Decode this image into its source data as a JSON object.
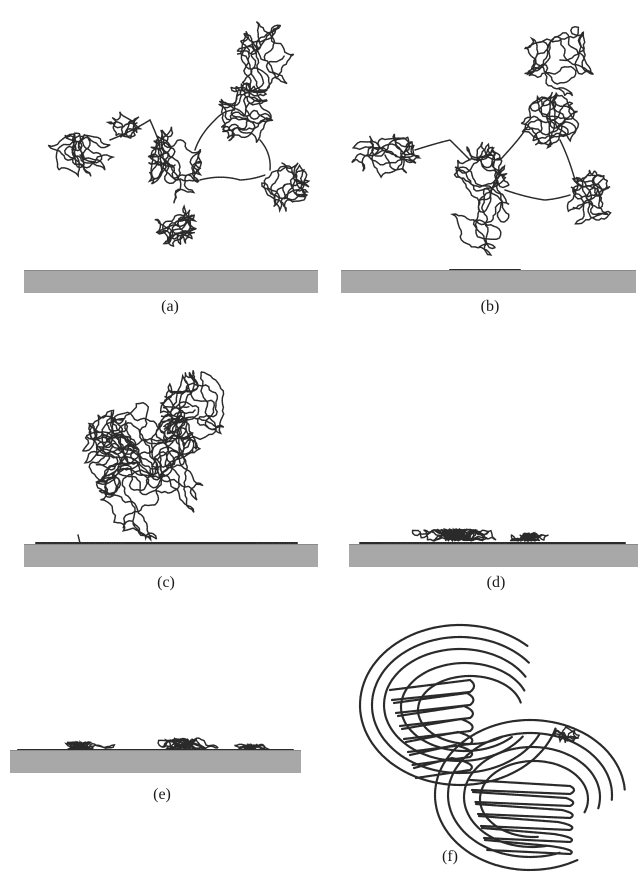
{
  "figure": {
    "panels": [
      {
        "id": "a",
        "caption": "(a)",
        "state": "coil far from surface"
      },
      {
        "id": "b",
        "caption": "(b)",
        "state": "coil touching surface"
      },
      {
        "id": "c",
        "caption": "(c)",
        "state": "partially adsorbed"
      },
      {
        "id": "d",
        "caption": "(d)",
        "state": "flattened film"
      },
      {
        "id": "e",
        "caption": "(e)",
        "state": "thin adsorbed layer"
      },
      {
        "id": "f",
        "caption": "(f)",
        "state": "top view, folded lamellar pattern"
      }
    ],
    "colors": {
      "chain": "#2a2a2a",
      "substrate": "#a8a8a8",
      "background": "#ffffff"
    }
  }
}
